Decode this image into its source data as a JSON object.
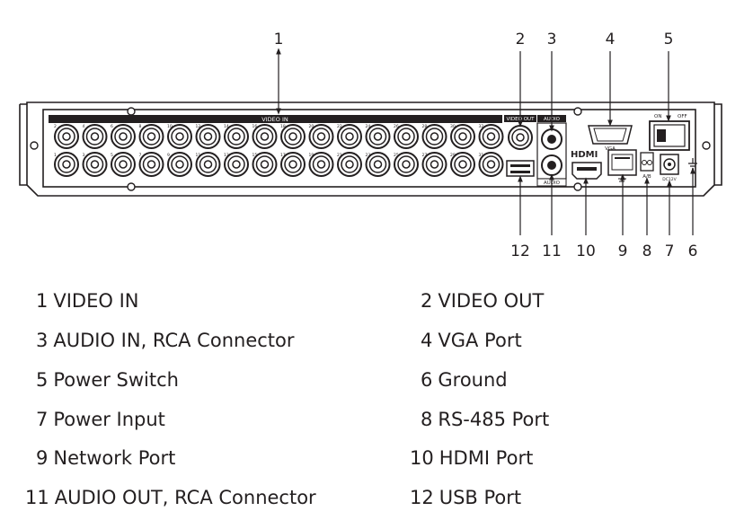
{
  "diagram": {
    "panel_labels": {
      "video_in": "VIDEO IN",
      "video_out": "VIDEO OUT",
      "audio_top": "AUDIO",
      "audio_bottom": "AUDIO",
      "vga": "VGA",
      "on": "ON",
      "off": "OFF",
      "hdmi": "HDMI",
      "ab": "A/B",
      "dc": "DC12V"
    },
    "callouts": [
      {
        "id": 1,
        "label": "1"
      },
      {
        "id": 2,
        "label": "2"
      },
      {
        "id": 3,
        "label": "3"
      },
      {
        "id": 4,
        "label": "4"
      },
      {
        "id": 5,
        "label": "5"
      },
      {
        "id": 6,
        "label": "6"
      },
      {
        "id": 7,
        "label": "7"
      },
      {
        "id": 8,
        "label": "8"
      },
      {
        "id": 9,
        "label": "9"
      },
      {
        "id": 10,
        "label": "10"
      },
      {
        "id": 11,
        "label": "11"
      },
      {
        "id": 12,
        "label": "12"
      }
    ],
    "bnc_numbers_top": [
      "2",
      "4",
      "6",
      "8",
      "10",
      "12",
      "14",
      "16",
      "18",
      "20",
      "22",
      "24",
      "26",
      "28",
      "30",
      "32"
    ],
    "bnc_numbers_bottom": [
      "1",
      "3",
      "5",
      "7",
      "9",
      "11",
      "13",
      "15",
      "17",
      "19",
      "21",
      "23",
      "25",
      "27",
      "29",
      "31"
    ]
  },
  "legend": {
    "left": [
      {
        "num": "1",
        "text": "VIDEO IN"
      },
      {
        "num": "3",
        "text": "AUDIO IN, RCA Connector"
      },
      {
        "num": "5",
        "text": "Power Switch"
      },
      {
        "num": "7",
        "text": "Power Input"
      },
      {
        "num": "9",
        "text": "Network Port"
      },
      {
        "num": "11",
        "text": "AUDIO OUT, RCA Connector"
      }
    ],
    "right": [
      {
        "num": "2",
        "text": "VIDEO OUT"
      },
      {
        "num": "4",
        "text": "VGA Port"
      },
      {
        "num": "6",
        "text": "Ground"
      },
      {
        "num": "8",
        "text": "RS-485 Port"
      },
      {
        "num": "10",
        "text": "HDMI Port"
      },
      {
        "num": "12",
        "text": "USB Port"
      }
    ]
  }
}
